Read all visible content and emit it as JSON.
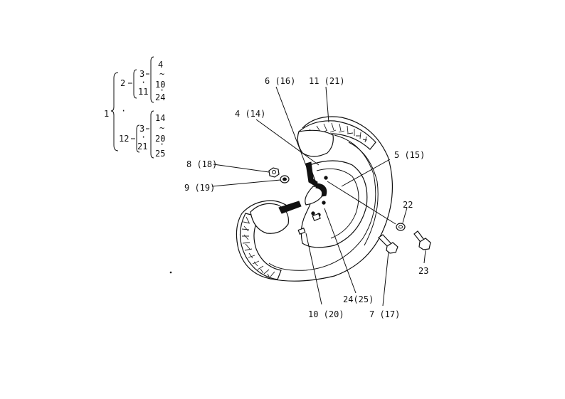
{
  "tree": {
    "root": "1",
    "branch_a": {
      "node": "2",
      "sub": {
        "node": "3",
        "alt": "11",
        "items": [
          "4",
          "10",
          "24"
        ]
      }
    },
    "branch_b": {
      "node": "12",
      "sub": {
        "node": "3",
        "alt": "21",
        "items": [
          "14",
          "20",
          "25"
        ]
      }
    }
  },
  "callouts": {
    "c1": "6 (16)",
    "c2": "11 (21)",
    "c3": "4 (14)",
    "c4": "5 (15)",
    "c5": "8 (18)",
    "c6": "9 (19)",
    "c7": "22",
    "c8": "23",
    "c9": "24(25)",
    "c10": "10 (20)",
    "c11": "7 (17)"
  },
  "colors": {
    "line": "#111111",
    "background": "#ffffff"
  }
}
